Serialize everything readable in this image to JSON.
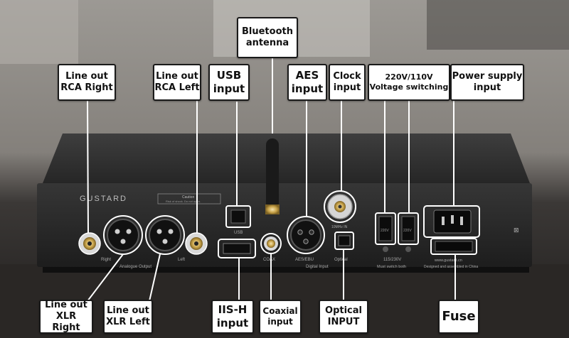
{
  "brand": "GUSTARD",
  "device_text": {
    "caution_title": "Caution",
    "caution_body": "Risk of shock. Do not open.",
    "right": "Right",
    "left": "Left",
    "analogue_output": "Analogue Output",
    "usb": "USB",
    "coax": "COAX",
    "aes_ebu": "AES/EBU",
    "optical": "Optical",
    "digital_input": "Digital Input",
    "clock_in": "10MHz IN",
    "switch_left": "220V",
    "switch_right": "220V",
    "voltage": "115/230V",
    "must_switch": "Must switch both",
    "website": "www.gustard.cn",
    "designed": "Designed and assembled in China"
  },
  "callouts": {
    "bluetooth": "Bluetooth\nantenna",
    "rca_right": "Line out\nRCA Right",
    "rca_left": "Line out\nRCA Left",
    "usb": "USB\ninput",
    "aes": "AES\ninput",
    "clock": "Clock\ninput",
    "voltage": "220V/110V\nVoltage switching",
    "power": "Power supply\ninput",
    "xlr_right": "Line out\nXLR Right",
    "xlr_left": "Line out\nXLR Left",
    "iis": "IIS-H\ninput",
    "coaxial": "Coaxial\ninput",
    "optical": "Optical\nINPUT",
    "fuse": "Fuse"
  },
  "colors": {
    "panel": "#2a2a2a",
    "panel_dark": "#161616",
    "callout_border": "#1a1a1a",
    "callout_line": "#ffffff",
    "gold": "#c9a44a"
  }
}
